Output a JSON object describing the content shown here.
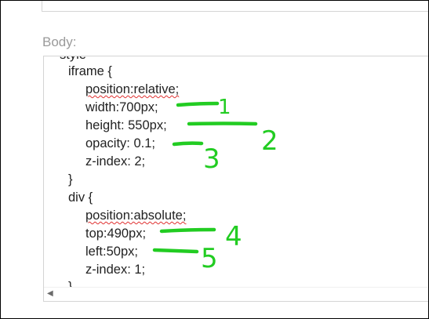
{
  "form": {
    "body_label": "Body:"
  },
  "code_lines": [
    "style",
    "iframe {",
    "position:relative;",
    "width:700px;",
    "height: 550px;",
    "opacity: 0.1;",
    "z-index: 2;",
    "}",
    "div {",
    "position:absolute;",
    "top:490px;",
    "left:50px;",
    "z-index: 1;",
    "}"
  ],
  "annotations": [
    "1",
    "2",
    "3",
    "4",
    "5"
  ],
  "colors": {
    "annotation_green": "#22cc22",
    "spellcheck_red": "#e03030",
    "label_gray": "#9a9a9a",
    "border_gray": "#d4d4d4"
  },
  "icons": {
    "scroll_left": "triangle-left"
  }
}
